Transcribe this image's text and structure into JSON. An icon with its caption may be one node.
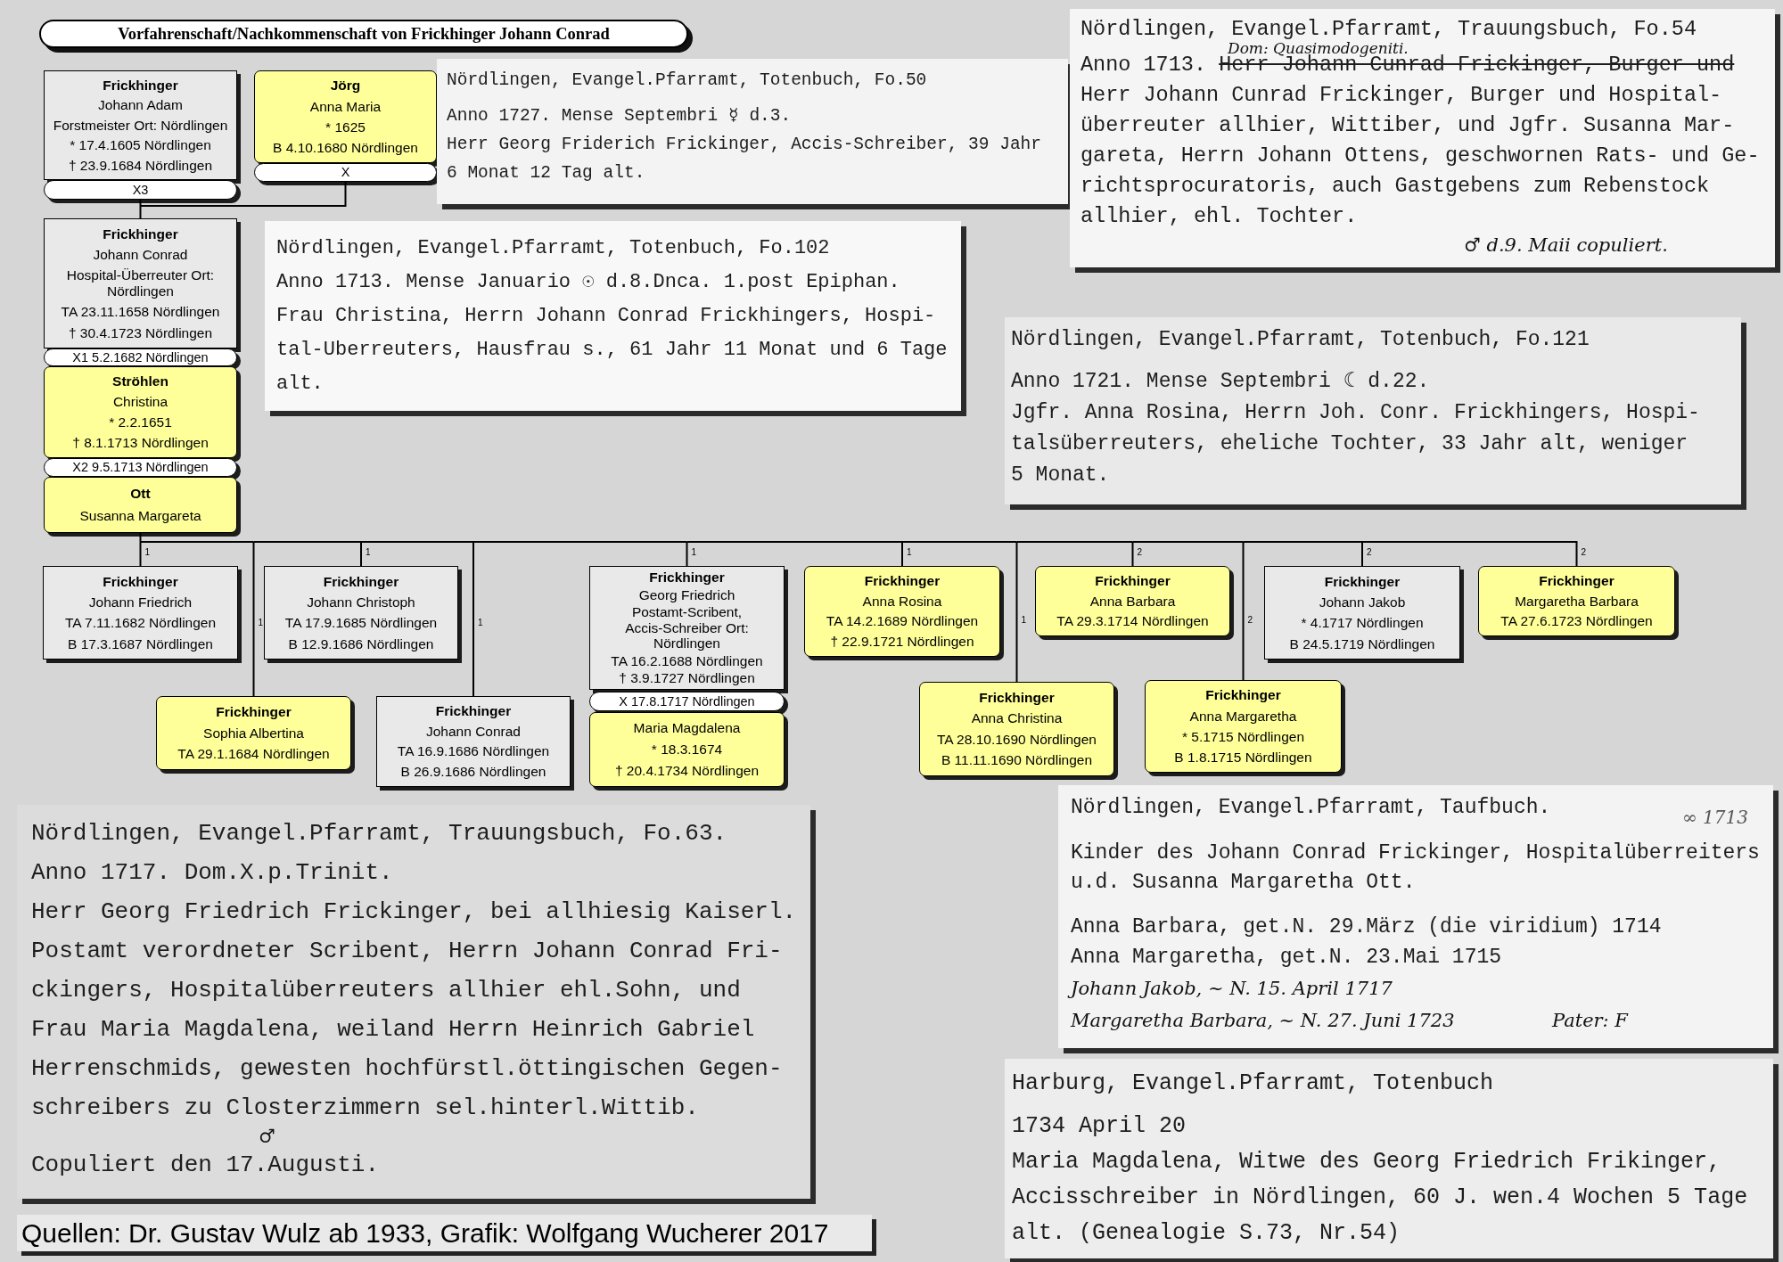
{
  "diagram": {
    "title": "Vorfahrenschaft/Nachkommenschaft von Frickhinger Johann Conrad",
    "caption": "Quellen: Dr. Gustav Wulz ab 1933, Grafik: Wolfgang Wucherer 2017",
    "nodes": [
      {
        "text": [
          "Frickhinger",
          "Johann Adam",
          "Forstmeister Ort: Nördlingen",
          "* 17.4.1605 Nördlingen",
          "† 23.9.1684 Nördlingen"
        ]
      },
      {
        "text": [
          "Jörg",
          "Anna Maria",
          "* 1625",
          "B 4.10.1680 Nördlingen"
        ]
      },
      {
        "text": [
          "X3"
        ]
      },
      {
        "text": [
          "X"
        ]
      },
      {
        "text": [
          "Frickhinger",
          "Johann Conrad",
          "Hospital-Überreuter Ort: Nördlingen",
          "TA 23.11.1658 Nördlingen",
          "† 30.4.1723 Nördlingen"
        ]
      },
      {
        "text": [
          "X1 5.2.1682 Nördlingen"
        ]
      },
      {
        "text": [
          "Ströhlen",
          "Christina",
          "* 2.2.1651",
          "† 8.1.1713 Nördlingen"
        ]
      },
      {
        "text": [
          "X2 9.5.1713 Nördlingen"
        ]
      },
      {
        "text": [
          "Ott",
          "Susanna Margareta"
        ]
      },
      {
        "text": [
          "Frickhinger",
          "Johann Friedrich",
          "TA 7.11.1682 Nördlingen",
          "B 17.3.1687 Nördlingen"
        ]
      },
      {
        "text": [
          "Frickhinger",
          "Sophia Albertina",
          "TA 29.1.1684 Nördlingen"
        ]
      },
      {
        "text": [
          "Frickhinger",
          "Johann Christoph",
          "TA 17.9.1685 Nördlingen",
          "B 12.9.1686 Nördlingen"
        ]
      },
      {
        "text": [
          "Frickhinger",
          "Johann Conrad",
          "TA 16.9.1686 Nördlingen",
          "B 26.9.1686 Nördlingen"
        ]
      },
      {
        "text": [
          "Frickhinger",
          "Georg Friedrich",
          "Postamt-Scribent, Accis-Schreiber Ort: Nördlingen",
          "TA 16.2.1688 Nördlingen",
          "† 3.9.1727 Nördlingen"
        ]
      },
      {
        "text": [
          "X 17.8.1717 Nördlingen"
        ]
      },
      {
        "text": [
          "Maria Magdalena",
          "* 18.3.1674",
          "† 20.4.1734 Nördlingen"
        ]
      },
      {
        "text": [
          "Frickhinger",
          "Anna Rosina",
          "TA 14.2.1689 Nördlingen",
          "† 22.9.1721 Nördlingen"
        ]
      },
      {
        "text": [
          "Frickhinger",
          "Anna Christina",
          "TA 28.10.1690 Nördlingen",
          "B 11.11.1690 Nördlingen"
        ]
      },
      {
        "text": [
          "Frickhinger",
          "Anna Barbara",
          "TA 29.3.1714 Nördlingen"
        ]
      },
      {
        "text": [
          "Frickhinger",
          "Anna Margaretha",
          "* 5.1715 Nördlingen",
          "B 1.8.1715 Nördlingen"
        ]
      },
      {
        "text": [
          "Frickhinger",
          "Johann Jakob",
          "* 4.1717 Nördlingen",
          "B 24.5.1719 Nördlingen"
        ]
      },
      {
        "text": [
          "Frickhinger",
          "Margaretha Barbara",
          "TA 27.6.1723 Nördlingen"
        ]
      },
      {
        "text": [
          "Nördlingen, Evangel.Pfarramt, Totenbuch, Fo.50",
          "Anno 1727. Mense Septembri ☿ d.3.",
          "Herr Georg Friderich Frickinger, Accis-Schreiber, 39 Jahr 6 Monat 12 Tag alt."
        ]
      },
      {
        "text": [
          "Nördlingen, Evangel.Pfarramt, Trauungsbuch, Fo.54",
          "Dom: Quasimodogeniti.",
          "Anno 1713.",
          "Herr Johann Cunrad Frickinger, Burger und",
          "Herr Johann Cunrad Frickinger, Burger und Hospital- überreuter allhier, Wittiber, und Jgfr. Susanna Mar- gareta, Herrn Johann Ottens, geschwornen Rats- und Ge- richtsprocuratoris, auch Gastgebens zum Rebenstock allhier, ehl. Tochter.",
          "♂ d.9. Maii copuliert."
        ]
      },
      {
        "text": [
          "Nördlingen, Evangel.Pfarramt, Totenbuch, Fo.102",
          "Anno 1713. Mense Januario ☉ d.8.Dnca. 1.post Epiphan.",
          "Frau Christina, Herrn Johann Conrad Frickhingers, Hospi- tal-Uberreuters, Hausfrau s., 61 Jahr 11 Monat und 6 Tage alt."
        ]
      },
      {
        "text": [
          "Nördlingen, Evangel.Pfarramt, Totenbuch, Fo.121",
          "Anno 1721. Mense Septembri ☾ d.22.",
          "Jgfr. Anna Rosina, Herrn Joh. Conr. Frickhingers, Hospi- talsüberreuters, eheliche Tochter, 33 Jahr alt, weniger 5 Monat."
        ]
      },
      {
        "text": [
          "Nördlingen, Evangel.Pfarramt, Trauungsbuch, Fo.63.",
          "Anno 1717. Dom.X.p.Trinit.",
          "Herr Georg Friedrich Frickinger, bei allhiesig Kaiserl. Postamt verordneter Scribent, Herrn Johann Conrad Fri- ckingers, Hospitalüberreuters allhier ehl.Sohn, und Frau Maria Magdalena, weiland Herrn Heinrich Gabriel Herrenschmids, gewesten hochfürstl.öttingischen Gegen- schreibers zu Closterzimmern sel.hinterl.Wittib.",
          "♂",
          "Copuliert den 17.Augusti."
        ]
      },
      {
        "text": [
          "Nördlingen, Evangel.Pfarramt, Taufbuch.",
          "∞ 1713",
          "Kinder des Johann Conrad Frickinger, Hospitalüberreiters u.d. Susanna Margaretha Ott.",
          "Anna Barbara, get.N. 29.März (die viridium) 1714",
          "Anna Margaretha, get.N. 23.Mai 1715",
          "Johann Jakob, ~ N. 15. April 1717",
          "Margaretha Barbara, ~ N. 27. Juni 1723",
          "Pater: F"
        ]
      },
      {
        "text": [
          "Harburg, Evangel.Pfarramt, Totenbuch",
          "1734 April 20",
          "Maria Magdalena, Witwe des Georg Friedrich Frikinger, Accisschreiber in Nördlingen, 60 J. wen.4 Wochen 5 Tage alt. (Genealogie S.73, Nr.54)"
        ]
      }
    ],
    "edges": [
      {
        "from": 2,
        "to": 4,
        "arrow": "none"
      },
      {
        "from": 3,
        "to": 4,
        "arrow": "none"
      },
      {
        "from": 8,
        "to": 9,
        "arrow": "none",
        "label": "1"
      },
      {
        "from": 8,
        "to": 10,
        "arrow": "none",
        "label": "1"
      },
      {
        "from": 8,
        "to": 11,
        "arrow": "none",
        "label": "1"
      },
      {
        "from": 8,
        "to": 12,
        "arrow": "none",
        "label": "1"
      },
      {
        "from": 8,
        "to": 13,
        "arrow": "none",
        "label": "1"
      },
      {
        "from": 8,
        "to": 16,
        "arrow": "none",
        "label": "1"
      },
      {
        "from": 8,
        "to": 17,
        "arrow": "none",
        "label": "1"
      },
      {
        "from": 8,
        "to": 18,
        "arrow": "none",
        "label": "2"
      },
      {
        "from": 8,
        "to": 19,
        "arrow": "none",
        "label": "2"
      },
      {
        "from": 8,
        "to": 20,
        "arrow": "none",
        "label": "2"
      },
      {
        "from": 8,
        "to": 21,
        "arrow": "none",
        "label": "2"
      }
    ]
  }
}
